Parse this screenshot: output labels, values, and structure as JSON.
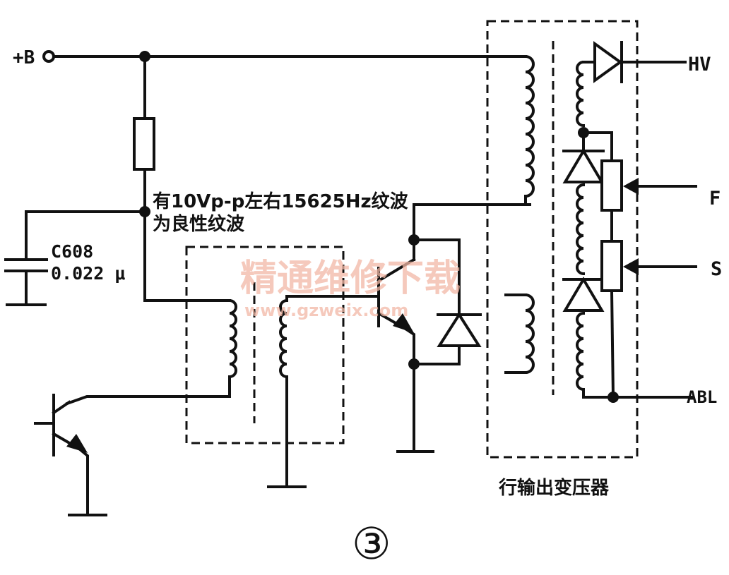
{
  "labels": {
    "b_plus": "+B",
    "hv": "HV",
    "f": "F",
    "s": "S",
    "abl": "ABL",
    "cap_name": "C608",
    "cap_value": "0.022 μ",
    "note_line1": "有10Vp-p左右15625Hz纹波",
    "note_line2": "为良性纹波",
    "fbt_caption": "行输出变压器",
    "watermark_cn": "精通维修下载",
    "watermark_url": "www.gzweix.com",
    "figure_number": "③"
  }
}
